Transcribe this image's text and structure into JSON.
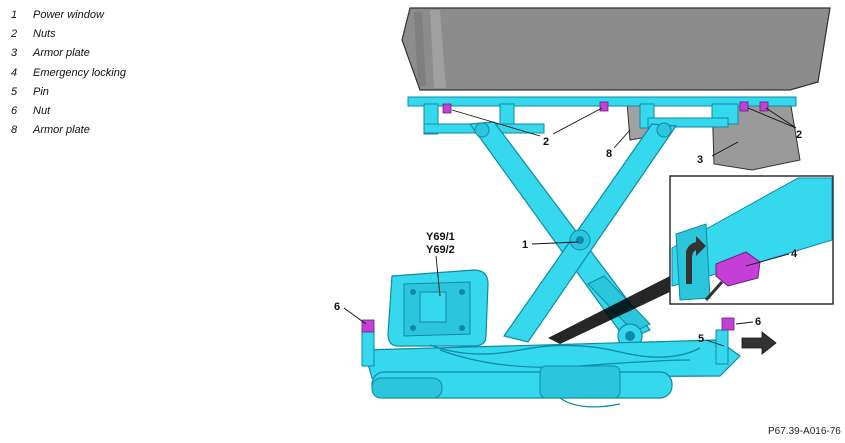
{
  "legend": [
    {
      "num": "1",
      "text": "Power window"
    },
    {
      "num": "2",
      "text": "Nuts"
    },
    {
      "num": "3",
      "text": "Armor plate"
    },
    {
      "num": "4",
      "text": "Emergency locking"
    },
    {
      "num": "5",
      "text": "Pin"
    },
    {
      "num": "6",
      "text": "Nut"
    },
    {
      "num": "8",
      "text": "Armor plate"
    }
  ],
  "callouts": {
    "c1": "1",
    "c2a": "2",
    "c2b": "2",
    "c3": "3",
    "c4": "4",
    "c5": "5",
    "c6a": "6",
    "c6b": "6",
    "c8": "8",
    "y69_1": "Y69/1",
    "y69_2": "Y69/2"
  },
  "reference": "P67.39-A016-76",
  "colors": {
    "part": "#35d8ec",
    "part_dark": "#0e8aa6",
    "fastener": "#c43fd6",
    "glass": "#8c8c8c",
    "armor": "#9a9a9a"
  }
}
